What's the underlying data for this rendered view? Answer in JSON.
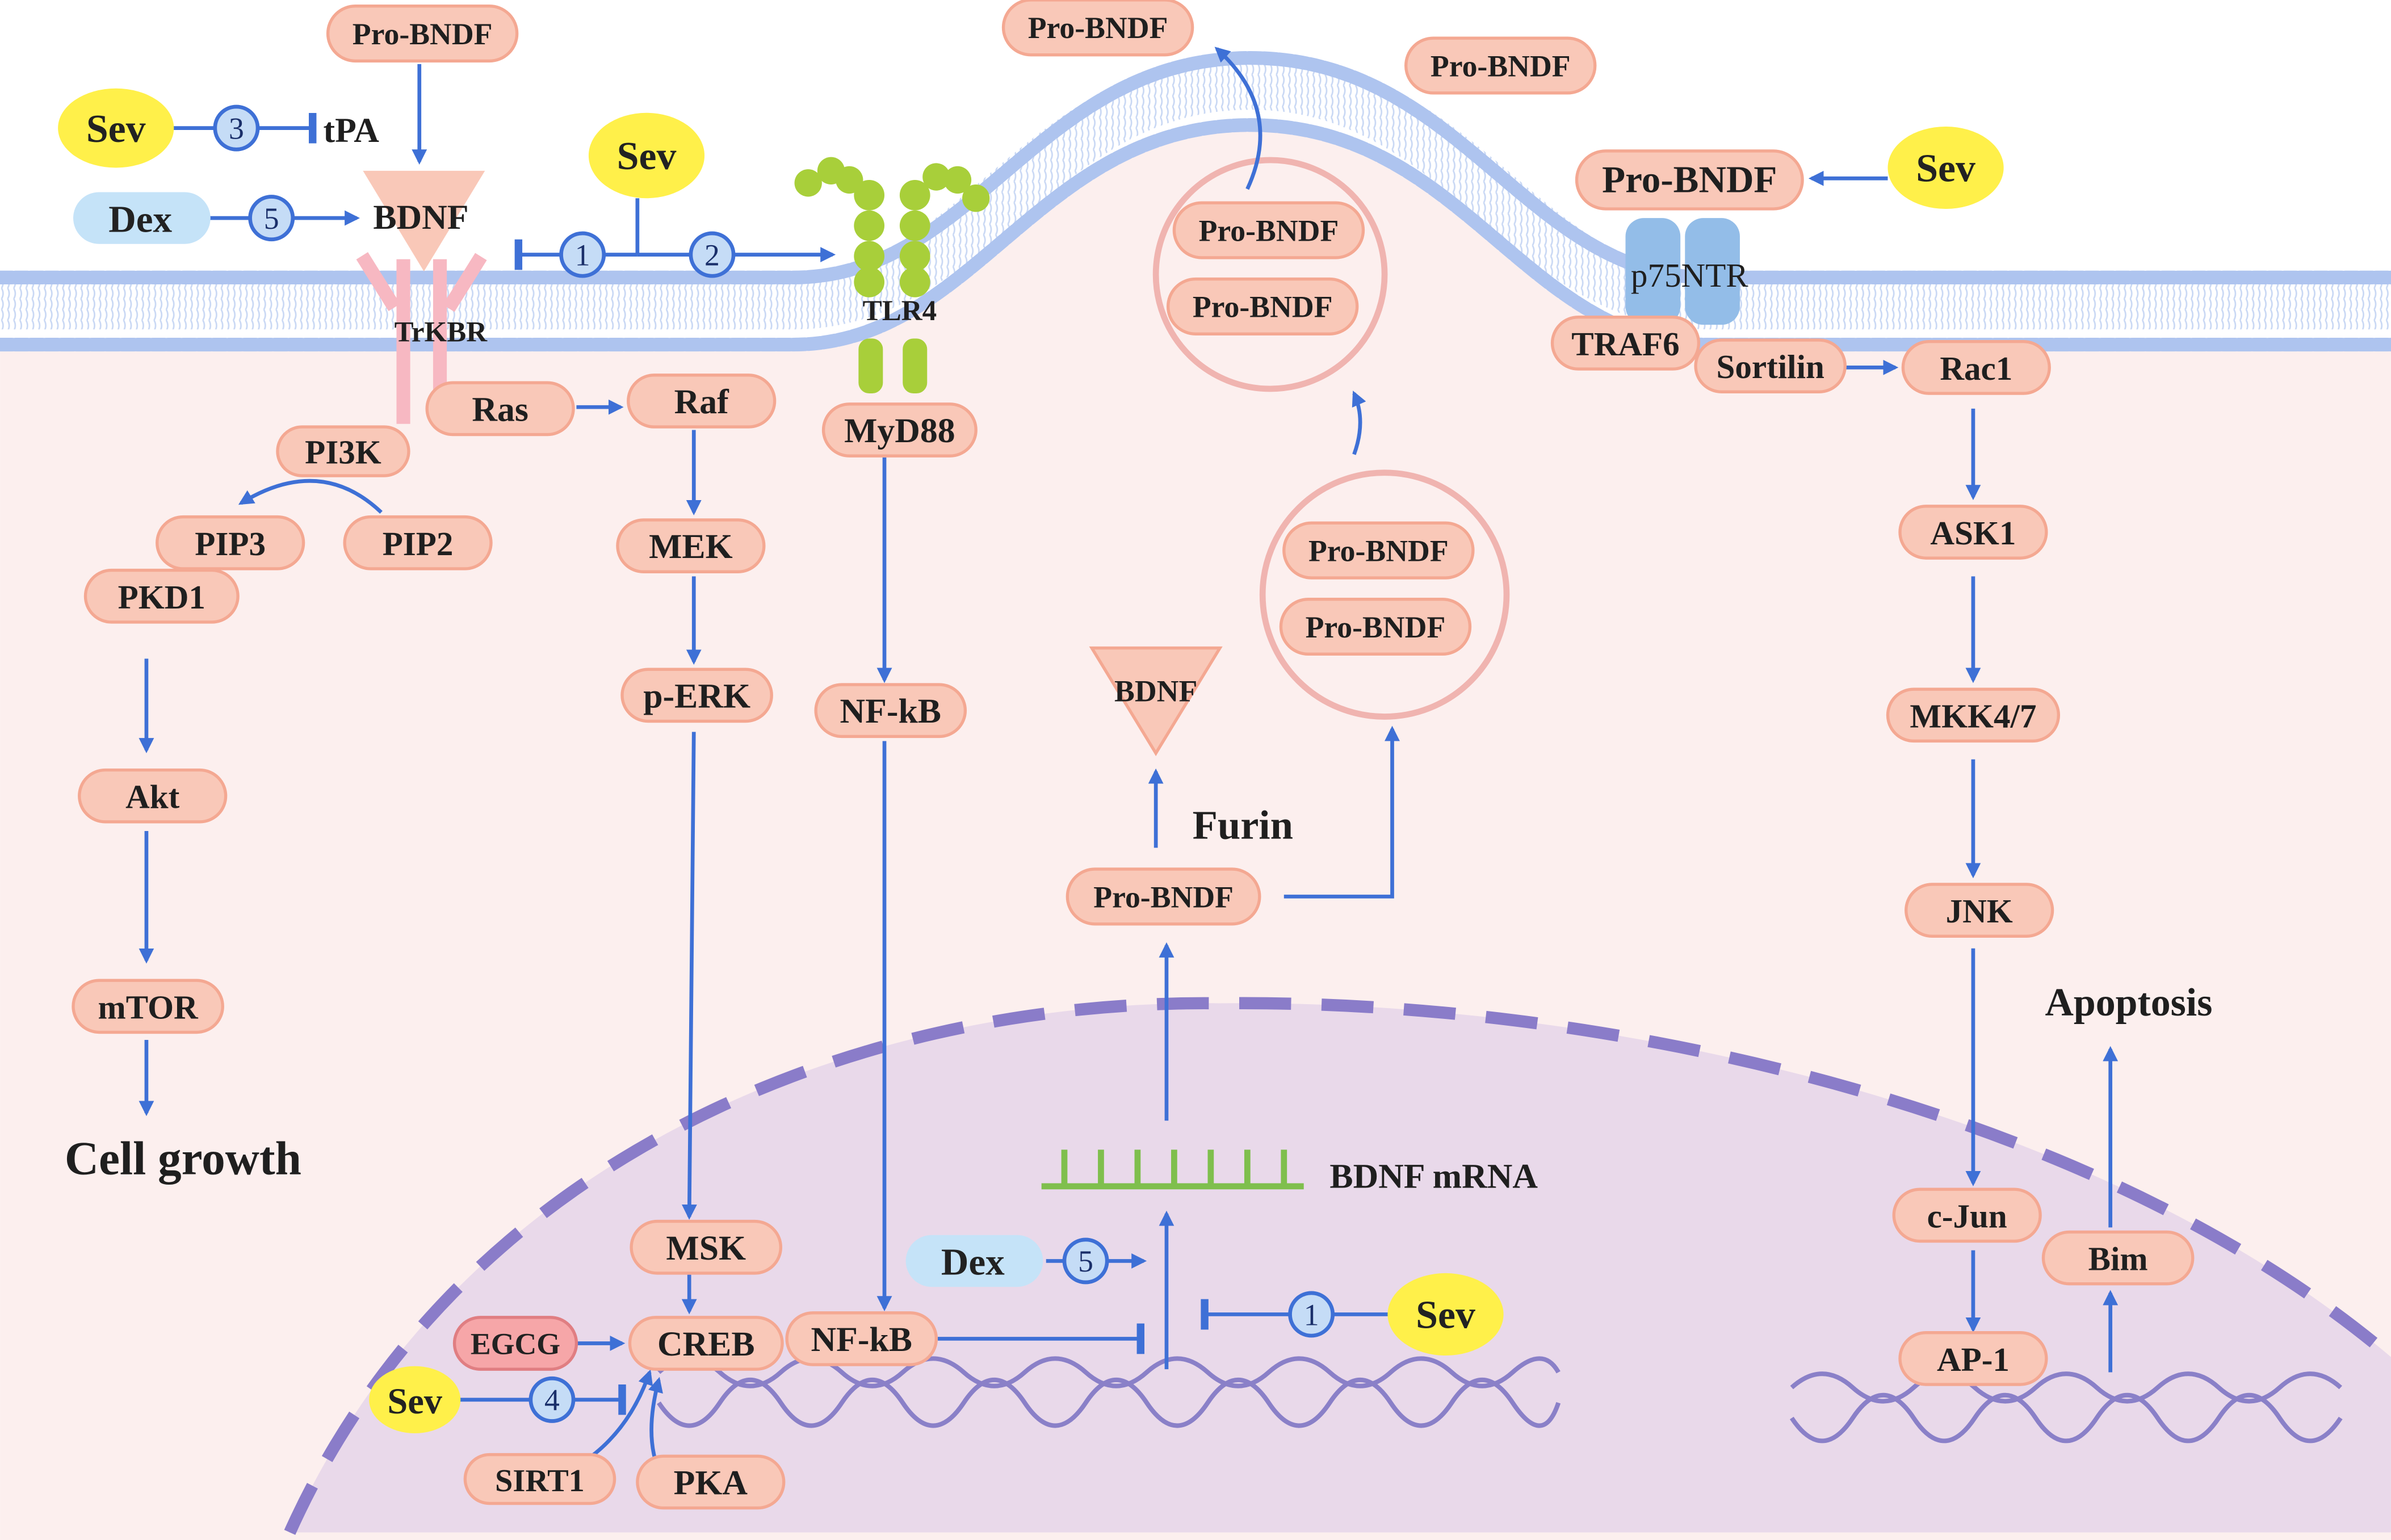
{
  "colors": {
    "cytoplasm": "#fcefee",
    "nucleus": "#e9d9ea",
    "membrane_head": "#aec4ef",
    "membrane_tail": "#c9d8f4",
    "node_fill": "#f9c8b8",
    "node_stroke": "#f4a892",
    "arrow": "#3e70d6",
    "envelope": "#8a7cc9",
    "dna": "#8a80c8",
    "sev": "#fff04a",
    "dex": "#c5e3f8",
    "egcg": "#f6a6a8",
    "receptor_pink": "#f7b8c2",
    "tlr4_green": "#a8cf3a",
    "p75_blue": "#93bde8",
    "vesicle": "#f0b4b0",
    "mrna": "#7fbf4d"
  },
  "labels": {
    "trkbr": "TrKBR",
    "tlr4": "TLR4",
    "p75ntr": "p75NTR",
    "furin": "Furin",
    "bdnf_mrna": "BDNF mRNA",
    "cell_growth": "Cell growth",
    "apoptosis": "Apoptosis",
    "tpa": "tPA",
    "bdnf_top": "BDNF",
    "bdnf_cyto": "BDNF"
  },
  "agents": {
    "sev": "Sev",
    "dex": "Dex",
    "egcg": "EGCG"
  },
  "mechanisms": {
    "m1": "1",
    "m2": "2",
    "m3": "3",
    "m4": "4",
    "m5": "5"
  },
  "nodes": {
    "pro_bndf": "Pro-BNDF",
    "ras": "Ras",
    "raf": "Raf",
    "mek": "MEK",
    "perk": "p-ERK",
    "msk": "MSK",
    "creb": "CREB",
    "sirt1": "SIRT1",
    "pka": "PKA",
    "myd88": "MyD88",
    "nfkb": "NF-kB",
    "pi3k": "PI3K",
    "pip3": "PIP3",
    "pip2": "PIP2",
    "pkd1": "PKD1",
    "akt": "Akt",
    "mtor": "mTOR",
    "traf6": "TRAF6",
    "sortilin": "Sortilin",
    "rac1": "Rac1",
    "ask1": "ASK1",
    "mkk47": "MKK4/7",
    "jnk": "JNK",
    "cjun": "c-Jun",
    "ap1": "AP-1",
    "bim": "Bim"
  }
}
